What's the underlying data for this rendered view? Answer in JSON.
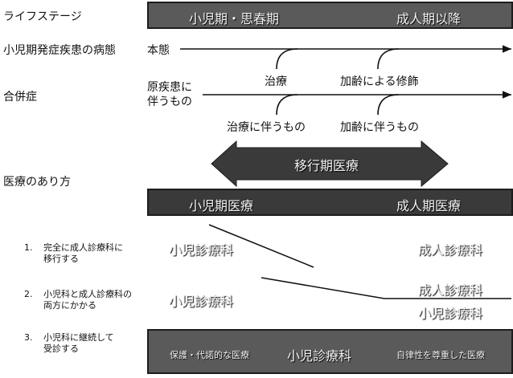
{
  "row_labels": {
    "life_stage": "ライフステージ",
    "pathology": "小児期発症疾患の病態",
    "complications": "合併症",
    "care": "医療のあり方"
  },
  "life_stage_bar": {
    "left": "小児期・思春期",
    "right": "成人期以降"
  },
  "pathology_line": {
    "start_label": "本態",
    "branch_1": "治療",
    "branch_2": "加齢による修飾"
  },
  "complication_line": {
    "start_label_line1": "原疾患に",
    "start_label_line2": "伴うもの",
    "branch_1": "治療に伴うもの",
    "branch_2": "加齢に伴うもの"
  },
  "transition_arrow": {
    "label": "移行期医療"
  },
  "care_bar": {
    "left": "小児期医療",
    "right": "成人期医療"
  },
  "options": [
    {
      "number": "1.",
      "text_line1": "完全に成人診療科に",
      "text_line2": "移行する",
      "left": "小児診療科",
      "right": "成人診療科"
    },
    {
      "number": "2.",
      "text_line1": "小児科と成人診療科の",
      "text_line2": "両方にかかる",
      "left": "小児診療科",
      "right_top": "成人診療科",
      "right_bottom": "小児診療科"
    },
    {
      "number": "3.",
      "text_line1": "小児科に継続して",
      "text_line2": "受診する",
      "left_note": "保護・代諾的な医療",
      "center": "小児診療科",
      "right_note": "自律性を尊重した医療"
    }
  ],
  "colors": {
    "bar_gray": "#5a5a5a",
    "bar_dark": "#3a3a3a",
    "border": "#1c1c1c",
    "text_light": "#f2f2f2"
  }
}
